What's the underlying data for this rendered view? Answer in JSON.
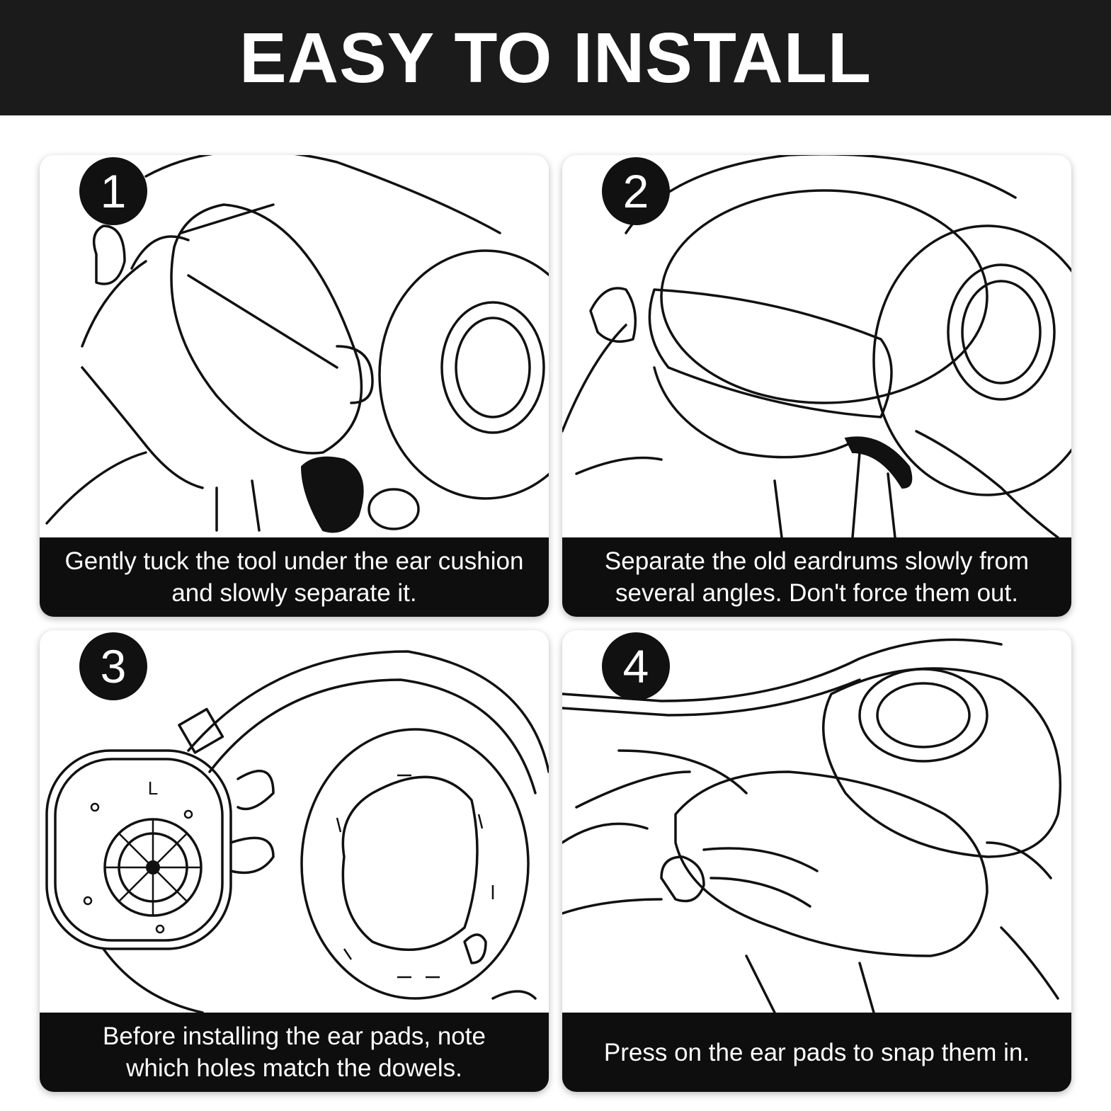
{
  "banner": {
    "title": "EASY TO INSTALL"
  },
  "steps": [
    {
      "number": "1",
      "caption_lines": [
        "Gently tuck the tool under the ear cushion",
        "and slowly separate it."
      ]
    },
    {
      "number": "2",
      "caption_lines": [
        "Separate the old eardrums slowly from",
        "several angles. Don't force them out."
      ]
    },
    {
      "number": "3",
      "caption_lines": [
        "Before installing the ear pads, note",
        "which holes match the dowels."
      ]
    },
    {
      "number": "4",
      "caption_lines": [
        "Press on the ear pads to snap them in."
      ]
    }
  ],
  "illustration": {
    "side_marker": "L"
  },
  "colors": {
    "banner_bg": "#1b1b1b",
    "caption_bg": "#0e0e0e",
    "badge_bg": "#111111",
    "text_light": "#ffffff"
  }
}
